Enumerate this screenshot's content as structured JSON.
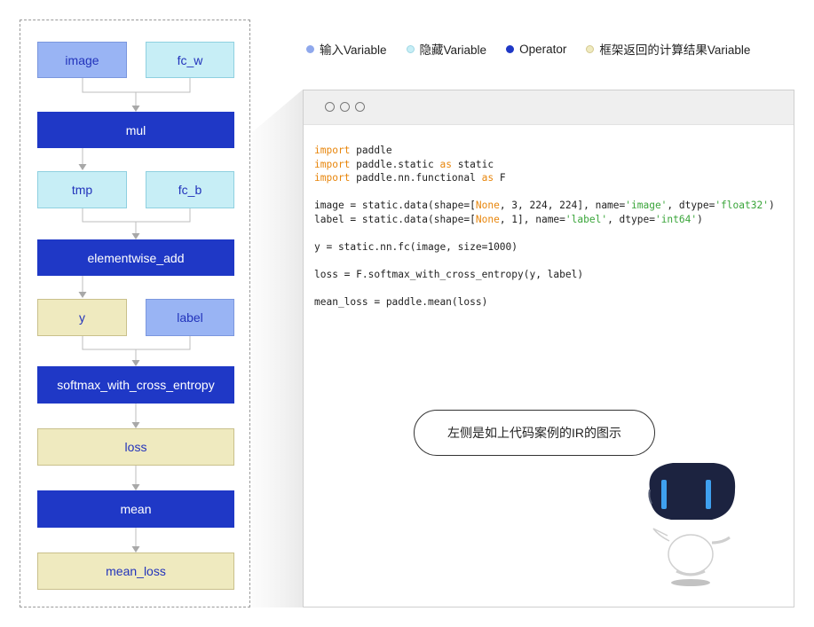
{
  "legend": [
    {
      "label": "输入Variable",
      "color": "#8fa8ec"
    },
    {
      "label": "隐藏Variable",
      "color": "#c7eef6"
    },
    {
      "label": "Operator",
      "color": "#1f38c6"
    },
    {
      "label": "框架返回的计算结果Variable",
      "color": "#efeabf"
    }
  ],
  "nodes": {
    "image": "image",
    "fc_w": "fc_w",
    "mul": "mul",
    "tmp": "tmp",
    "fc_b": "fc_b",
    "elementwise_add": "elementwise_add",
    "y": "y",
    "label": "label",
    "softmax_with_cross_entropy": "softmax_with_cross_entropy",
    "loss": "loss",
    "mean": "mean",
    "mean_loss": "mean_loss"
  },
  "code_lines": [
    [
      [
        "kw",
        "import"
      ],
      [
        "t",
        " paddle"
      ]
    ],
    [
      [
        "kw",
        "import"
      ],
      [
        "t",
        " paddle.static "
      ],
      [
        "kw",
        "as"
      ],
      [
        "t",
        " static"
      ]
    ],
    [
      [
        "kw",
        "import"
      ],
      [
        "t",
        " paddle.nn.functional "
      ],
      [
        "kw",
        "as"
      ],
      [
        "t",
        " F"
      ]
    ],
    [],
    [
      [
        "t",
        "image = static.data(shape=["
      ],
      [
        "kw",
        "None"
      ],
      [
        "t",
        ", 3, 224, 224], name="
      ],
      [
        "str",
        "'image'"
      ],
      [
        "t",
        ", dtype="
      ],
      [
        "str",
        "'float32'"
      ],
      [
        "t",
        ")"
      ]
    ],
    [
      [
        "t",
        "label = static.data(shape=["
      ],
      [
        "kw",
        "None"
      ],
      [
        "t",
        ", 1], name="
      ],
      [
        "str",
        "'label'"
      ],
      [
        "t",
        ", dtype="
      ],
      [
        "str",
        "'int64'"
      ],
      [
        "t",
        ")"
      ]
    ],
    [],
    [
      [
        "t",
        "y = static.nn.fc(image, size=1000)"
      ]
    ],
    [],
    [
      [
        "t",
        "loss = F.softmax_with_cross_entropy(y, label)"
      ]
    ],
    [],
    [
      [
        "t",
        "mean_loss = paddle.mean(loss)"
      ]
    ]
  ],
  "bubble_text": "左侧是如上代码案例的IR的图示",
  "colors": {
    "input": "#99b4f4",
    "hidden": "#c7eef6",
    "operator": "#1f38c6",
    "result": "#efeabf",
    "keyword": "#e8860c",
    "string": "#3aa53a"
  }
}
